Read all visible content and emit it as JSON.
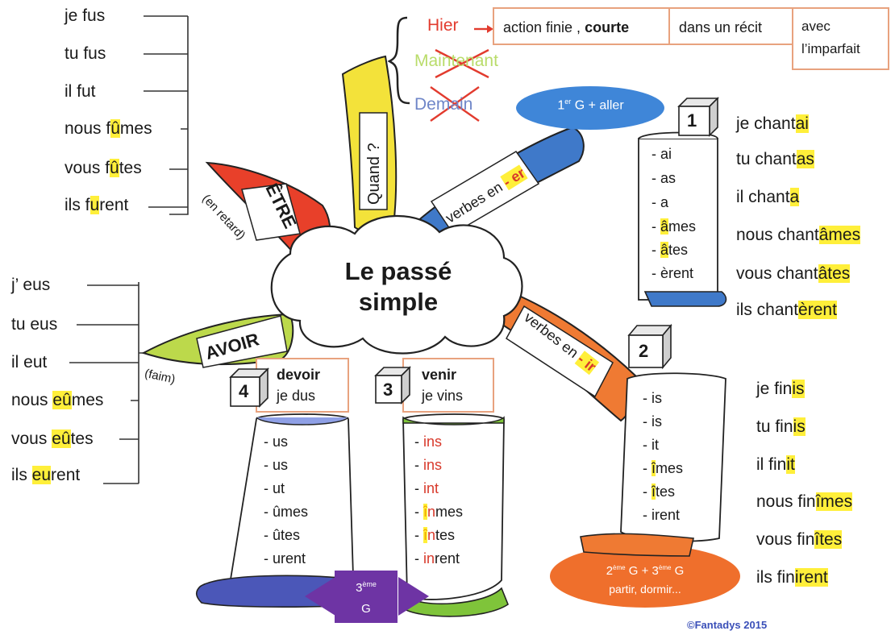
{
  "title": [
    "Le passé",
    "simple"
  ],
  "etre": {
    "label": "ÊTRE",
    "note": "(en retard)",
    "conjugation": [
      {
        "pre": "je  fus",
        "hl": "",
        "post": ""
      },
      {
        "pre": "tu  fus",
        "hl": "",
        "post": ""
      },
      {
        "pre": "il  fut",
        "hl": "",
        "post": ""
      },
      {
        "pre": "nous  f",
        "hl": "û",
        "post": "mes"
      },
      {
        "pre": "vous  f",
        "hl": "û",
        "post": "tes"
      },
      {
        "pre": "ils  f",
        "hl": "u",
        "post": "rent"
      }
    ]
  },
  "avoir": {
    "label": "AVOIR",
    "note": "(faim)",
    "conjugation": [
      {
        "pre": "j’  eus",
        "hl": "",
        "post": ""
      },
      {
        "pre": "tu  eus",
        "hl": "",
        "post": ""
      },
      {
        "pre": "il  eut",
        "hl": "",
        "post": ""
      },
      {
        "pre": "nous  ",
        "hl": "eû",
        "post": "mes"
      },
      {
        "pre": "vous  ",
        "hl": "eû",
        "post": "tes"
      },
      {
        "pre": "ils  ",
        "hl": "eu",
        "post": "rent"
      }
    ]
  },
  "quand": {
    "label": "Quand ?",
    "hier": "Hier",
    "maintenant": "Maintenant",
    "demain": "Demain",
    "usage": {
      "action_pre": "action finie , ",
      "action_bold": "courte",
      "recit": "dans un récit",
      "imparfait": [
        "avec",
        "l’imparfait"
      ]
    }
  },
  "group1": {
    "number": "1",
    "bubble": [
      "1",
      "er",
      " G + aller"
    ],
    "branch": [
      "verbes en ",
      "- er"
    ],
    "endings": [
      {
        "hl": "",
        "text": "- ai"
      },
      {
        "hl": "",
        "text": "- as"
      },
      {
        "hl": "",
        "text": "- a"
      },
      {
        "hl": "â",
        "text": "mes"
      },
      {
        "hl": "â",
        "text": "tes"
      },
      {
        "hl": "",
        "text": "- èrent"
      }
    ],
    "conjugation": [
      {
        "pre": "je  chant",
        "hl": "ai"
      },
      {
        "pre": "tu  chant",
        "hl": "as"
      },
      {
        "pre": "il  chant",
        "hl": "a"
      },
      {
        "pre": "nous  chant",
        "hl": "âmes"
      },
      {
        "pre": "vous  chant",
        "hl": "âtes"
      },
      {
        "pre": "ils  chant",
        "hl": "èrent"
      }
    ]
  },
  "group2": {
    "number": "2",
    "branch": [
      "verbes en ",
      "- ir"
    ],
    "bubble": [
      "2",
      "ème",
      "  G + 3",
      "ème",
      " G",
      "partir, dormir..."
    ],
    "endings": [
      {
        "hl": "",
        "text": "- is"
      },
      {
        "hl": "",
        "text": "- is"
      },
      {
        "hl": "",
        "text": "- it"
      },
      {
        "hl": "î",
        "text": "mes"
      },
      {
        "hl": "î",
        "text": "tes"
      },
      {
        "hl": "",
        "text": "- irent"
      }
    ],
    "conjugation": [
      {
        "pre": "je  fin",
        "hl": "is"
      },
      {
        "pre": "tu  fin",
        "hl": "is"
      },
      {
        "pre": "il  fin",
        "hl": "it"
      },
      {
        "pre": "nous  fin",
        "hl": "îmes"
      },
      {
        "pre": "vous  fin",
        "hl": "îtes"
      },
      {
        "pre": "ils  fin",
        "hl": "irent"
      }
    ]
  },
  "devoir": {
    "number": "4",
    "verb": "devoir",
    "example": "je dus",
    "endings": [
      "- us",
      "- us",
      "- ut",
      "- ûmes",
      "- ûtes",
      "- urent"
    ]
  },
  "venir": {
    "number": "3",
    "verb": "venir",
    "example": "je vins",
    "endings": [
      {
        "a": "",
        "b": "ins",
        "c": ""
      },
      {
        "a": "",
        "b": "ins",
        "c": ""
      },
      {
        "a": "",
        "b": "int",
        "c": ""
      },
      {
        "a": "î",
        "b": "n",
        "c": "mes"
      },
      {
        "a": "î",
        "b": "n",
        "c": "tes"
      },
      {
        "a": "",
        "b": "in",
        "c": "rent"
      }
    ]
  },
  "third_group": [
    "3",
    "ème",
    "G"
  ],
  "copyright": "©Fantadys 2015",
  "colors": {
    "etre": "#e8402a",
    "quand": "#f3e23a",
    "group1": "#3f79c9",
    "group2": "#ef7a33",
    "avoir": "#bcd94b",
    "devoir": "#4b57b8",
    "venir": "#7fc43a",
    "third_group": "#6e34a4",
    "highlight": "#ffef3a"
  }
}
